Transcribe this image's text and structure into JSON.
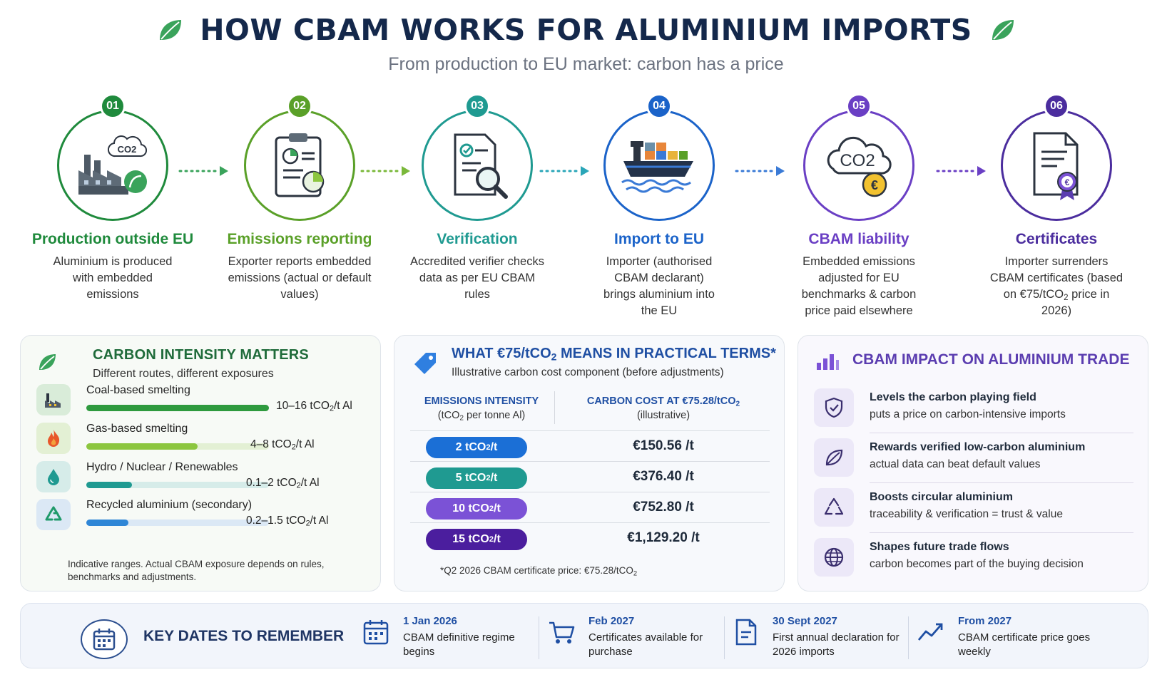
{
  "header": {
    "title": "HOW CBAM WORKS FOR ALUMINIUM IMPORTS",
    "subtitle": "From production to EU market: carbon has a price"
  },
  "steps": [
    {
      "num": "01",
      "title": "Production outside EU",
      "desc": "Aluminium is produced with embedded emissions",
      "color": "#1f8a3c",
      "icon": "factory-icon",
      "icon_text": "CO2"
    },
    {
      "num": "02",
      "title": "Emissions reporting",
      "desc": "Exporter reports embedded emissions (actual or default values)",
      "color": "#5aa028",
      "icon": "clipboard-report-icon"
    },
    {
      "num": "03",
      "title": "Verification",
      "desc": "Accredited verifier checks data as per EU CBAM rules",
      "color": "#1f9a91",
      "icon": "document-magnifier-icon"
    },
    {
      "num": "04",
      "title": "Import to EU",
      "desc": "Importer (authorised CBAM declarant) brings aluminium into the EU",
      "color": "#1b63c9",
      "icon": "cargo-ship-icon"
    },
    {
      "num": "05",
      "title": "CBAM liability",
      "desc": "Embedded emissions adjusted for EU benchmarks & carbon price paid elsewhere",
      "color": "#6a3fc4",
      "icon": "co2-euro-icon",
      "icon_text": "CO2",
      "coin": "€"
    },
    {
      "num": "06",
      "title": "Certificates",
      "desc": "Importer surrenders CBAM certificates (based on €75/tCO2 price in 2026)",
      "color": "#4b2d9e",
      "icon": "certificate-icon",
      "coin": "€"
    }
  ],
  "carbon_intensity": {
    "title": "CARBON INTENSITY MATTERS",
    "subtitle": "Different routes, different exposures",
    "routes": [
      {
        "name": "Coal-based smelting",
        "value": "10–16 tCO2/t Al",
        "fill_pct": 100,
        "color": "#2e9a3e",
        "track": "#d9ecd9",
        "icon": "factory-icon"
      },
      {
        "name": "Gas-based smelting",
        "value": "4–8 tCO2/t Al",
        "fill_pct": 61,
        "color": "#8cc63f",
        "track": "#e3f0d4",
        "icon": "flame-icon"
      },
      {
        "name": "Hydro / Nuclear / Renewables",
        "value": "0.1–2 tCO2/t Al",
        "fill_pct": 25,
        "color": "#1f9a91",
        "track": "#d6ece9",
        "icon": "water-drop-icon"
      },
      {
        "name": "Recycled aluminium (secondary)",
        "value": "0.2–1.5 tCO2/t Al",
        "fill_pct": 23,
        "color": "#2f86d6",
        "track": "#dbe8f5",
        "icon": "recycle-icon"
      }
    ],
    "note": "Indicative ranges. Actual CBAM exposure depends on rules, benchmarks and adjustments."
  },
  "practical": {
    "title": "WHAT €75/tCO2 MEANS IN PRACTICAL TERMS*",
    "subtitle": "Illustrative carbon cost component (before adjustments)",
    "col1_title": "EMISSIONS INTENSITY",
    "col1_sub": "(tCO2 per tonne Al)",
    "col2_title": "CARBON COST AT €75.28/tCO2",
    "col2_sub": "(illustrative)",
    "rows": [
      {
        "intensity": "2 tCO2/t",
        "cost": "€150.56 /t",
        "color": "#1b6fd6"
      },
      {
        "intensity": "5 tCO2/t",
        "cost": "€376.40 /t",
        "color": "#1f9a91"
      },
      {
        "intensity": "10 tCO2/t",
        "cost": "€752.80 /t",
        "color": "#7b52d6"
      },
      {
        "intensity": "15 tCO2/t",
        "cost": "€1,129.20 /t",
        "color": "#4b1e9e"
      }
    ],
    "footnote": "*Q2 2026 CBAM certificate price: €75.28/tCO2"
  },
  "impact": {
    "title": "CBAM IMPACT ON ALUMINIUM TRADE",
    "items": [
      {
        "title": "Levels the carbon playing field",
        "desc": "puts a price on carbon-intensive imports",
        "icon": "shield-check-icon"
      },
      {
        "title": "Rewards verified low-carbon aluminium",
        "desc": "actual data can beat default values",
        "icon": "leaf-icon"
      },
      {
        "title": "Boosts circular aluminium",
        "desc": "traceability & verification = trust & value",
        "icon": "recycle-icon"
      },
      {
        "title": "Shapes future trade flows",
        "desc": "carbon becomes part of the buying decision",
        "icon": "globe-icon"
      }
    ]
  },
  "dates": {
    "title": "KEY DATES TO REMEMBER",
    "items": [
      {
        "label": "1 Jan 2026",
        "desc": "CBAM definitive regime begins",
        "icon": "calendar-icon"
      },
      {
        "label": "Feb 2027",
        "desc": "Certificates available for purchase",
        "icon": "shopping-cart-icon"
      },
      {
        "label": "30 Sept 2027",
        "desc": "First annual declaration for 2026 imports",
        "icon": "document-icon"
      },
      {
        "label": "From 2027",
        "desc": "CBAM certificate price goes weekly",
        "icon": "trend-up-icon"
      }
    ]
  },
  "colors": {
    "title": "#14284b",
    "green": "#1f8a3c",
    "blue": "#1f4fa3",
    "purple": "#5b3db0"
  }
}
